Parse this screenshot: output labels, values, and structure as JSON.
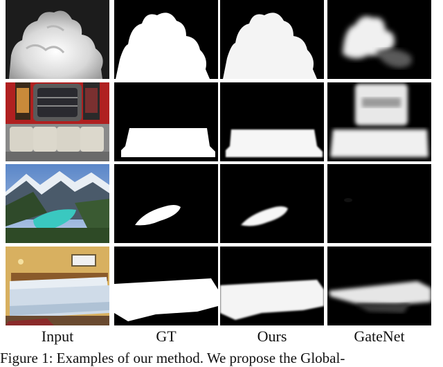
{
  "columns": [
    "Input",
    "GT",
    "Ours",
    "GateNet"
  ],
  "rows": [
    {
      "scene": "cloud"
    },
    {
      "scene": "train-seats"
    },
    {
      "scene": "mountain-lake"
    },
    {
      "scene": "hotel-bed"
    }
  ],
  "caption": "Figure 1: Examples of our method. We propose the Global-"
}
